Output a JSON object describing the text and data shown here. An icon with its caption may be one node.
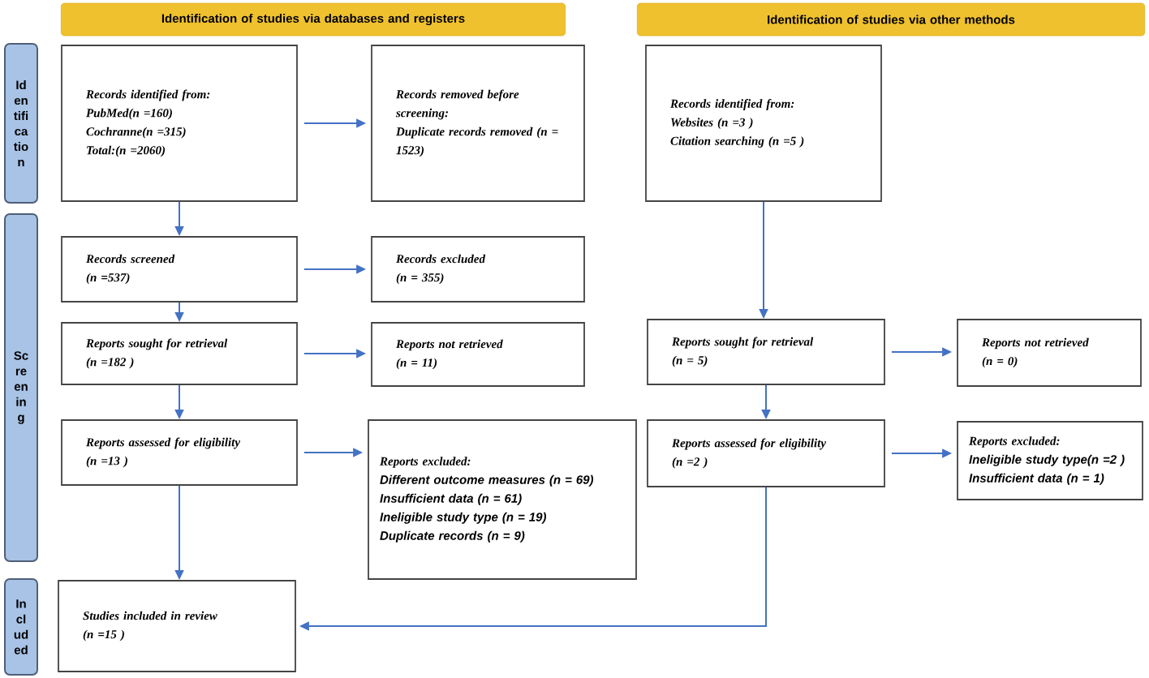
{
  "diagram": {
    "nodes": [
      {
        "text": [
          "Identification of studies via databases and registers"
        ]
      },
      {
        "text": [
          "Identification of studies via other methods"
        ]
      },
      {
        "text": [
          "Id en tifi ca tio n"
        ]
      },
      {
        "text": [
          "Sc re en in g"
        ]
      },
      {
        "text": [
          "In cl ud ed"
        ]
      },
      {
        "text": [
          "Records identified from:",
          "PubMed(n =160)",
          "Cochranne(n =315)",
          "Total:(n =2060)"
        ]
      },
      {
        "text": [
          "Records removed before screening:",
          "Duplicate records removed (n = 1523)"
        ]
      },
      {
        "text": [
          "Records identified from:",
          "Websites (n =3 )",
          "Citation searching (n =5 )"
        ]
      },
      {
        "text": [
          "Records screened",
          "(n =537)"
        ]
      },
      {
        "text": [
          "Records excluded",
          "(n = 355)"
        ]
      },
      {
        "text": [
          "Reports sought for retrieval",
          "(n =182 )"
        ]
      },
      {
        "text": [
          "Reports not retrieved",
          "(n = 11)"
        ]
      },
      {
        "text": [
          "Reports assessed for eligibility",
          "(n =13 )"
        ]
      },
      {
        "text": [
          "Reports excluded:",
          "Different outcome measures (n = 69)",
          "Insufficient data (n = 61)",
          "Ineligible study type (n = 19)",
          "Duplicate records (n = 9)"
        ]
      },
      {
        "text": [
          "Studies included in review",
          "(n =15 )"
        ]
      },
      {
        "text": [
          "Reports sought for retrieval",
          "(n = 5)"
        ]
      },
      {
        "text": [
          "Reports not retrieved",
          "(n = 0)"
        ]
      },
      {
        "text": [
          "Reports assessed for eligibility",
          "(n =2 )"
        ]
      },
      {
        "text": [
          "Reports excluded:",
          "Ineligible study type(n =2 )",
          "Insufficient data (n = 1)"
        ]
      }
    ],
    "edges": [
      {
        "from": 5,
        "to": 6,
        "arrow": "to"
      },
      {
        "from": 5,
        "to": 8,
        "arrow": "to"
      },
      {
        "from": 8,
        "to": 9,
        "arrow": "to"
      },
      {
        "from": 8,
        "to": 10,
        "arrow": "to"
      },
      {
        "from": 10,
        "to": 11,
        "arrow": "to"
      },
      {
        "from": 10,
        "to": 12,
        "arrow": "to"
      },
      {
        "from": 12,
        "to": 13,
        "arrow": "to"
      },
      {
        "from": 12,
        "to": 14,
        "arrow": "to"
      },
      {
        "from": 7,
        "to": 15,
        "arrow": "to"
      },
      {
        "from": 15,
        "to": 16,
        "arrow": "to"
      },
      {
        "from": 15,
        "to": 17,
        "arrow": "to"
      },
      {
        "from": 17,
        "to": 18,
        "arrow": "to"
      },
      {
        "from": 17,
        "to": 14,
        "arrow": "to"
      }
    ]
  }
}
